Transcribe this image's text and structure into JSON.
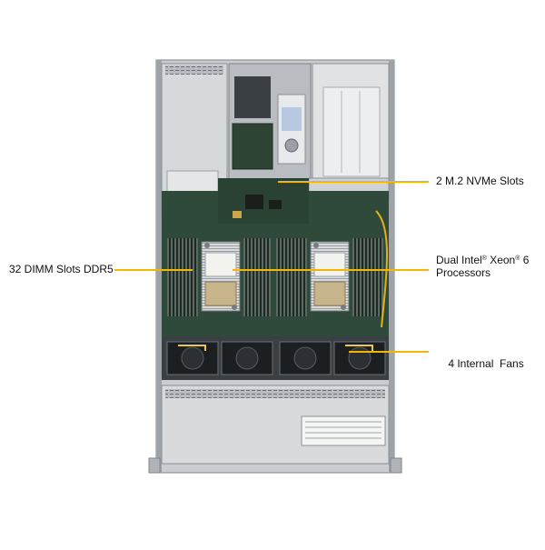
{
  "labels": {
    "nvme": "2 M.2 NVMe Slots",
    "dimm": "32 DIMM Slots DDR5",
    "cpu_line1_a": "Dual Intel",
    "cpu_line1_b": " Xeon",
    "cpu_line1_c": " 6",
    "cpu_line2": "Processors",
    "fans": "4 Internal  Fans",
    "reg_mark": "®"
  },
  "colors": {
    "leader": "#f2b705",
    "board": "#2f4a3a",
    "chassis": "#c9ccd0",
    "heatsink": "#c8b48a"
  }
}
